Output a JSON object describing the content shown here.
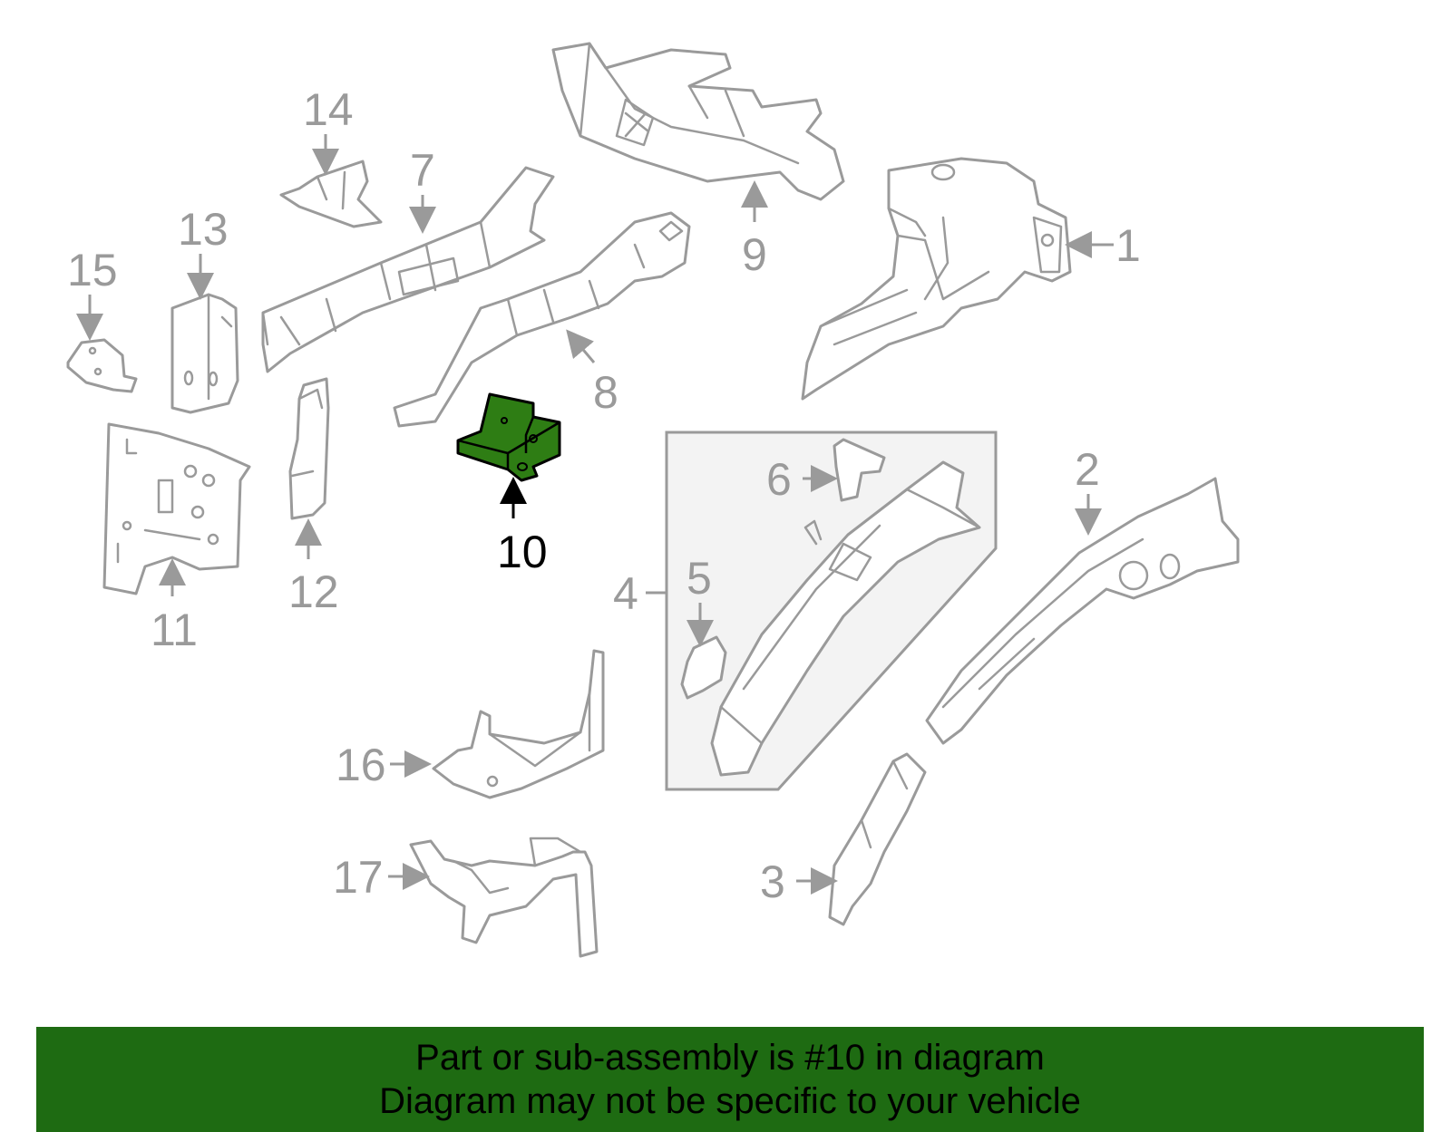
{
  "labels": {
    "p1": "1",
    "p2": "2",
    "p3": "3",
    "p4": "4",
    "p5": "5",
    "p6": "6",
    "p7": "7",
    "p8": "8",
    "p9": "9",
    "p10": "10",
    "p11": "11",
    "p12": "12",
    "p13": "13",
    "p14": "14",
    "p15": "15",
    "p16": "16",
    "p17": "17"
  },
  "highlight": {
    "part": "10",
    "color": "#2e7d14"
  },
  "banner": {
    "line1": "Part or sub-assembly is #10 in diagram",
    "line2": "Diagram may not be specific to your vehicle",
    "background": "#1e6b12"
  }
}
